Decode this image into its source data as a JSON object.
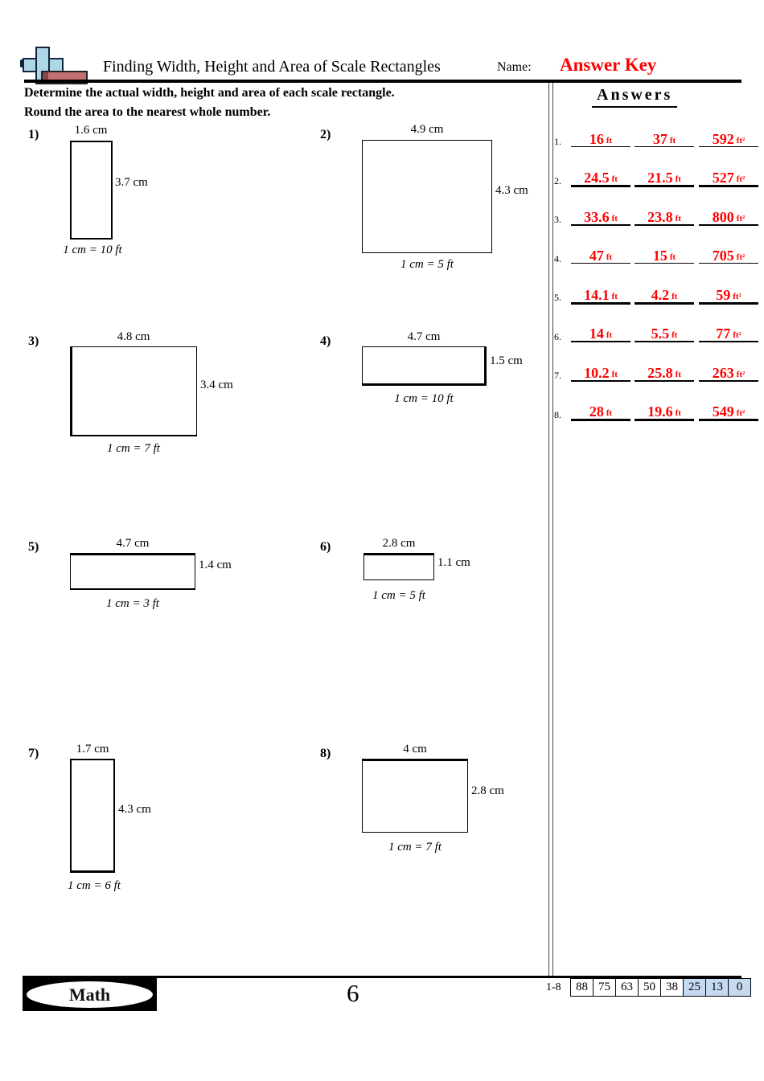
{
  "header": {
    "title": "Finding Width, Height and Area of Scale Rectangles",
    "name_label": "Name:",
    "answer_key": "Answer Key"
  },
  "instructions": {
    "line1": "Determine the actual width, height and area of each scale rectangle.",
    "line2": "Round the area to the nearest whole number."
  },
  "answers_title": "Answers",
  "problems": [
    {
      "number": "1)",
      "width_label": "1.6 cm",
      "height_label": "3.7 cm",
      "scale": "1 cm = 10 ft"
    },
    {
      "number": "2)",
      "width_label": "4.9 cm",
      "height_label": "4.3 cm",
      "scale": "1 cm = 5 ft"
    },
    {
      "number": "3)",
      "width_label": "4.8 cm",
      "height_label": "3.4 cm",
      "scale": "1 cm = 7 ft"
    },
    {
      "number": "4)",
      "width_label": "4.7 cm",
      "height_label": "1.5 cm",
      "scale": "1 cm = 10 ft"
    },
    {
      "number": "5)",
      "width_label": "4.7 cm",
      "height_label": "1.4 cm",
      "scale": "1 cm = 3 ft"
    },
    {
      "number": "6)",
      "width_label": "2.8 cm",
      "height_label": "1.1 cm",
      "scale": "1 cm = 5 ft"
    },
    {
      "number": "7)",
      "width_label": "1.7 cm",
      "height_label": "4.3 cm",
      "scale": "1 cm = 6 ft"
    },
    {
      "number": "8)",
      "width_label": "4 cm",
      "height_label": "2.8 cm",
      "scale": "1 cm = 7 ft"
    }
  ],
  "answers": [
    {
      "index": "1.",
      "width": "16",
      "width_unit": "ft",
      "height": "37",
      "height_unit": "ft",
      "area": "592",
      "area_unit": "ft²"
    },
    {
      "index": "2.",
      "width": "24.5",
      "width_unit": "ft",
      "height": "21.5",
      "height_unit": "ft",
      "area": "527",
      "area_unit": "ft²"
    },
    {
      "index": "3.",
      "width": "33.6",
      "width_unit": "ft",
      "height": "23.8",
      "height_unit": "ft",
      "area": "800",
      "area_unit": "ft²"
    },
    {
      "index": "4.",
      "width": "47",
      "width_unit": "ft",
      "height": "15",
      "height_unit": "ft",
      "area": "705",
      "area_unit": "ft²"
    },
    {
      "index": "5.",
      "width": "14.1",
      "width_unit": "ft",
      "height": "4.2",
      "height_unit": "ft",
      "area": "59",
      "area_unit": "ft²"
    },
    {
      "index": "6.",
      "width": "14",
      "width_unit": "ft",
      "height": "5.5",
      "height_unit": "ft",
      "area": "77",
      "area_unit": "ft²"
    },
    {
      "index": "7.",
      "width": "10.2",
      "width_unit": "ft",
      "height": "25.8",
      "height_unit": "ft",
      "area": "263",
      "area_unit": "ft²"
    },
    {
      "index": "8.",
      "width": "28",
      "width_unit": "ft",
      "height": "19.6",
      "height_unit": "ft",
      "area": "549",
      "area_unit": "ft²"
    }
  ],
  "colors": {
    "answer_red": "#ff0000",
    "grade_highlight": "#c5d9f1"
  },
  "footer": {
    "logo_text": "Math",
    "page_number": "6",
    "range_label": "1-8",
    "scores": [
      "88",
      "75",
      "63",
      "50",
      "38",
      "25",
      "13",
      "0"
    ]
  }
}
